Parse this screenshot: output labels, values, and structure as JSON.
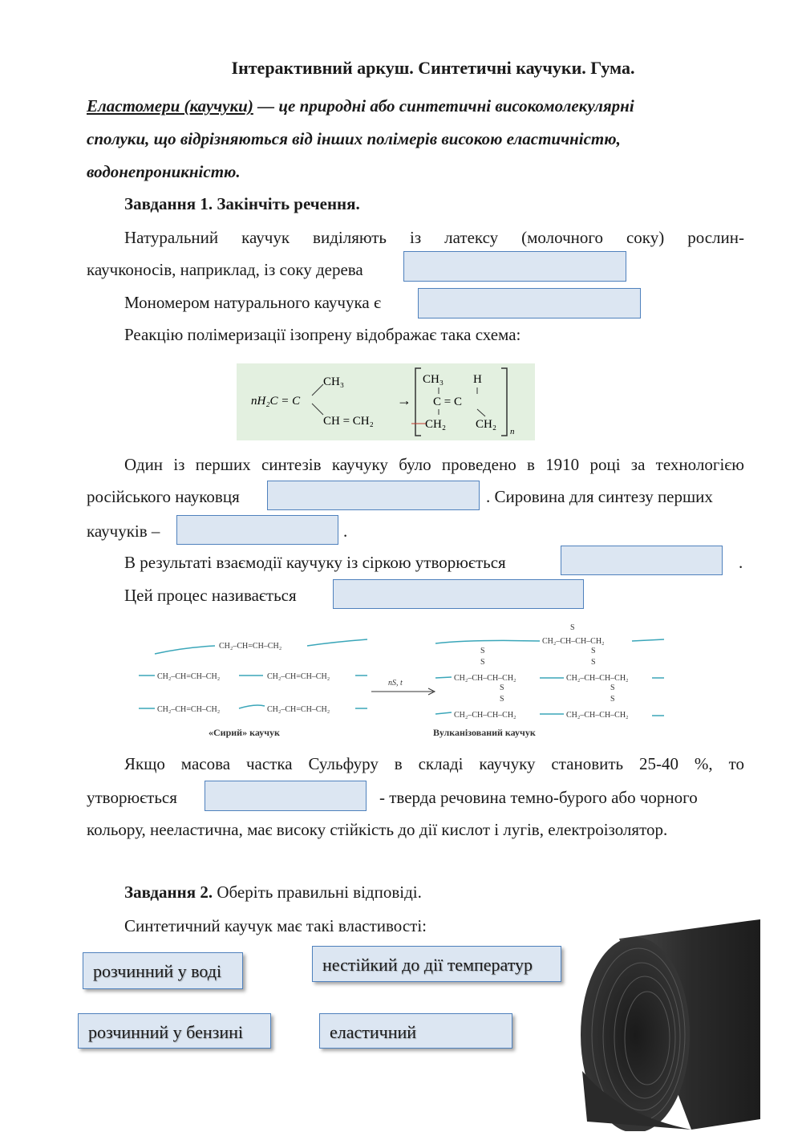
{
  "title": "Інтерактивний аркуш. Синтетичні каучуки. Гума.",
  "definition": {
    "term": "Еластомери (каучуки)",
    "line1_rest": " — це природні або синтетичні високомолекулярні",
    "line2": "сполуки, що відрізняються від інших полімерів високою еластичністю,",
    "line3": "водонепроникністю."
  },
  "task1": {
    "heading": "Завдання 1. Закінчіть речення.",
    "p1_line1": "Натуральний каучук виділяють із латексу (молочного соку) рослин-",
    "p1_line2": "каучконосів, наприклад, із соку дерева",
    "p2": "Мономером натурального каучука є",
    "p3": "Реакцію полімеризації ізопрену відображає така схема:",
    "p4_line1": "Один із перших синтезів каучуку було проведено в 1910 році за технологією",
    "p4_line2a": "російського науковця",
    "p4_line2b": ". Сировина для синтезу перших",
    "p4_line3a": "каучуків –",
    "p4_line3b": ".",
    "p5a": "В результаті взаємодії каучуку із сіркою утворюється",
    "p5b": ".",
    "p6": "Цей процес називається",
    "p7_line1": "Якщо масова частка Сульфуру в складі каучуку становить 25-40 %, то",
    "p7_line2a": "утворюється",
    "p7_line2b": "- тверда речовина темно-бурого або чорного",
    "p7_line3": "кольору, нееластична, має високу стійкість до дії кислот і лугів, електроізолятор."
  },
  "isoprene_scheme": {
    "ch3_top": "CH₃",
    "reactant": "nH₂C = C",
    "ch_bottom": "CH = CH₂",
    "arrow": "→",
    "prod_ch3": "CH₃",
    "prod_h": "H",
    "prod_cc": "C = C",
    "prod_ch2_left": "CH₂",
    "prod_ch2_right": "CH₂",
    "prod_n": "n"
  },
  "vulcanization": {
    "raw_chain1": "CH₂–CH=CH–CH₂",
    "raw_chain2a": "CH₂–CH=CH–CH₂",
    "raw_chain2b": "CH₂–CH=CH–CH₂",
    "raw_chain3a": "CH₂–CH=CH–CH₂",
    "raw_chain3b": "CH₂–CH=CH–CH₂",
    "arrow_label": "nS, t",
    "raw_caption": "«Сирий» каучук",
    "vulc_chain1": "CH₂–CH–CH–CH₂",
    "vulc_chain2a": "CH₂–CH–CH–CH₂",
    "vulc_chain2b": "CH₂–CH–CH–CH₂",
    "vulc_chain3a": "CH₂–CH–CH–CH₂",
    "vulc_chain3b": "CH₂–CH–CH–CH₂",
    "sulfur": "S",
    "vulc_caption": "Вулканізований каучук"
  },
  "task2": {
    "heading_bold": "Завдання 2.",
    "heading_rest": " Оберіть правильні відповіді.",
    "question": "Синтетичний каучук має такі властивості:",
    "options": [
      "розчинний у воді",
      "нестійкий до дії температур",
      "розчинний у бензині",
      "еластичний"
    ]
  },
  "colors": {
    "field_fill": "#dce6f2",
    "field_border": "#4f81bd",
    "scheme_bg": "#e3f0e0",
    "chain_line": "#3aa6b9"
  }
}
